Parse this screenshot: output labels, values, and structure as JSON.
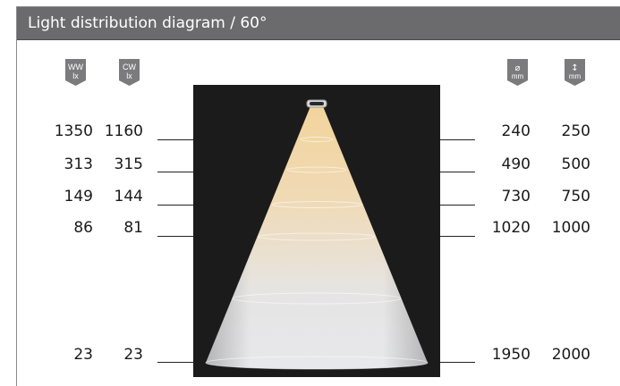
{
  "title": "Light distribution diagram / 60°",
  "headers": {
    "ww": {
      "top": "WW",
      "bottom": "lx"
    },
    "cw": {
      "top": "CW",
      "bottom": "lx"
    },
    "diameter": {
      "top": "⌀",
      "bottom": "mm"
    },
    "distance": {
      "top": "↕",
      "bottom": "mm"
    }
  },
  "rows": [
    {
      "ww": "1350",
      "cw": "1160",
      "diameter": "240",
      "distance": "250"
    },
    {
      "ww": "313",
      "cw": "315",
      "diameter": "490",
      "distance": "500"
    },
    {
      "ww": "149",
      "cw": "144",
      "diameter": "730",
      "distance": "750"
    },
    {
      "ww": "86",
      "cw": "81",
      "diameter": "1020",
      "distance": "1000"
    },
    {
      "ww": "23",
      "cw": "23",
      "diameter": "1950",
      "distance": "2000"
    }
  ],
  "colors": {
    "title_bar": "#6b6b6d",
    "badge": "#7b7b7d",
    "diagram_bg": "#1b1b1b",
    "warm_light": "#f2d49c",
    "cool_light": "#e7e8ec"
  },
  "beam_angle": "60°"
}
